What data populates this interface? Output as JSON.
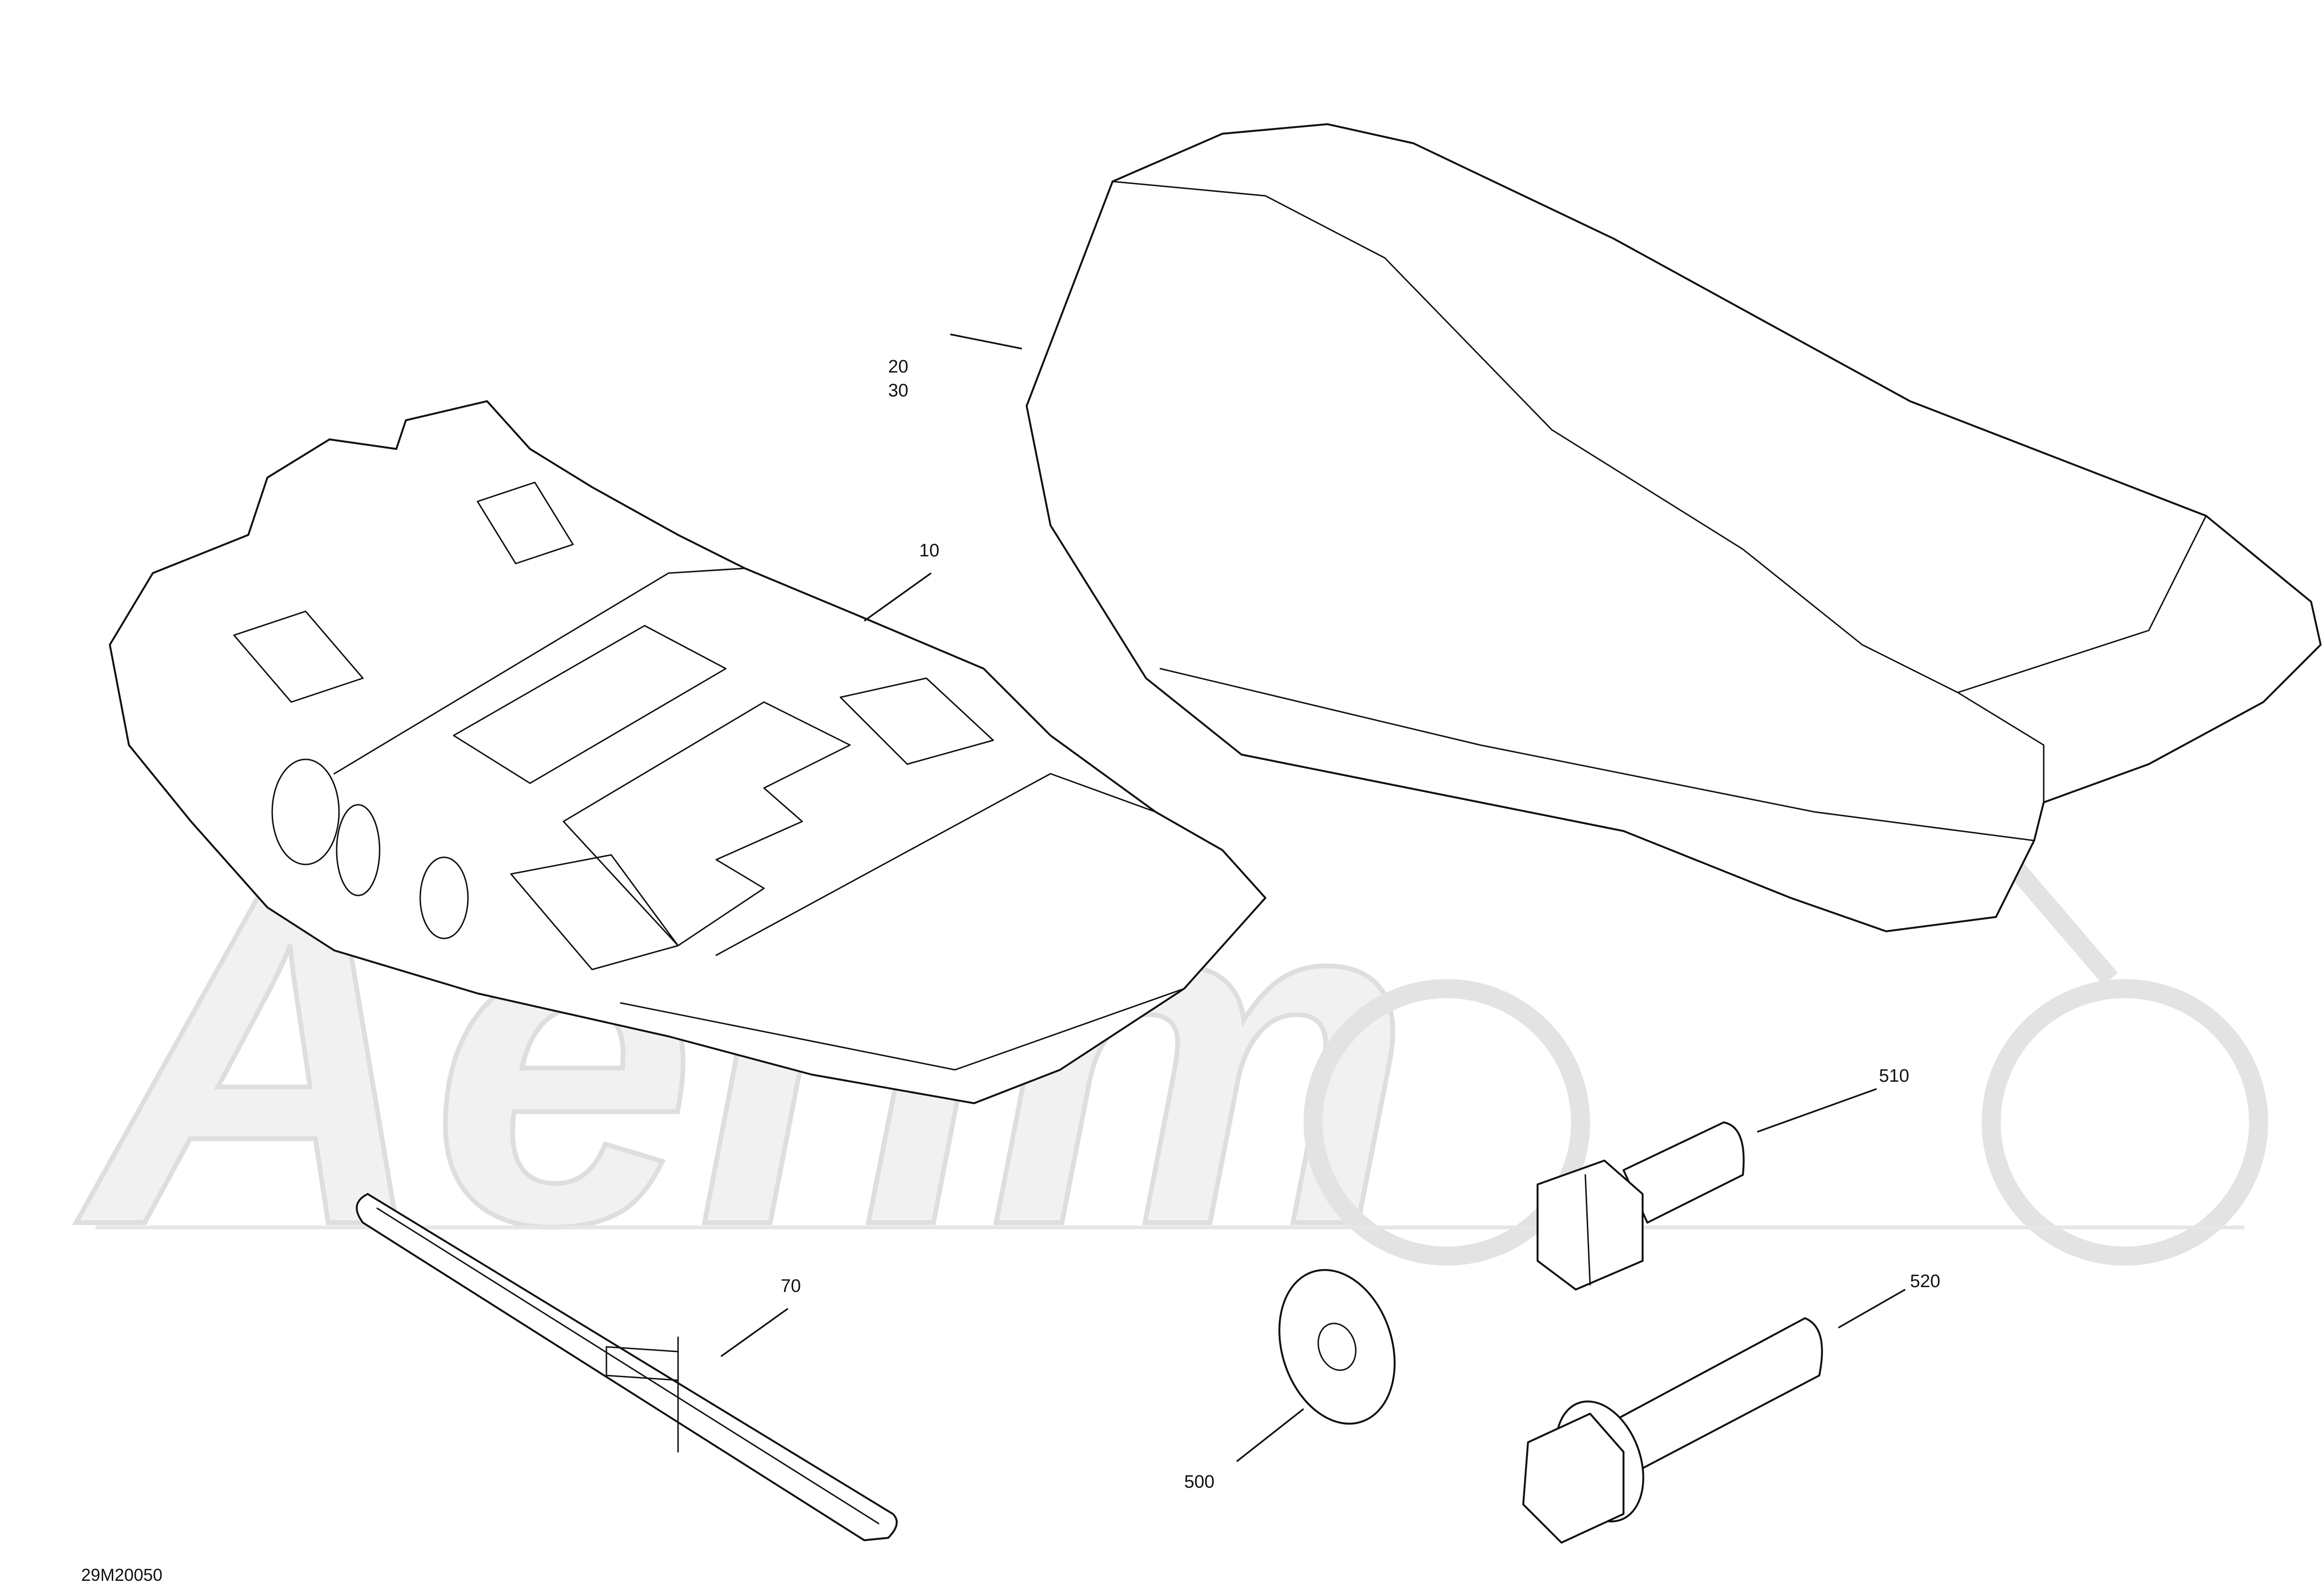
{
  "diagram": {
    "document_code": "29M20050",
    "watermark_text": "Aehm",
    "callouts": [
      {
        "id": "10",
        "lines": [
          "10"
        ]
      },
      {
        "id": "20-30",
        "lines": [
          "20",
          "30"
        ]
      },
      {
        "id": "70",
        "lines": [
          "70"
        ]
      },
      {
        "id": "500",
        "lines": [
          "500"
        ]
      },
      {
        "id": "510",
        "lines": [
          "510"
        ]
      },
      {
        "id": "520",
        "lines": [
          "520"
        ]
      }
    ]
  }
}
